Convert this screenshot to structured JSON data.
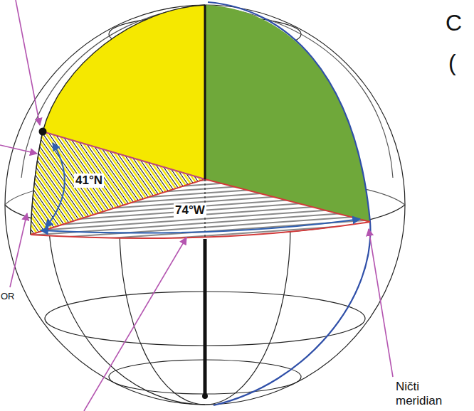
{
  "diagram": {
    "labels": [
      "41°N",
      "74°W",
      "OR",
      "Ničti meridian",
      "C",
      "("
    ]
  }
}
